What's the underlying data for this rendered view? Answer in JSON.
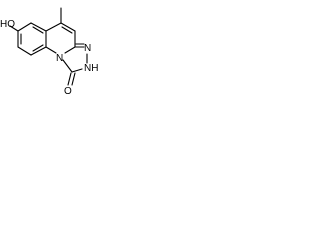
{
  "molecule": {
    "labels": {
      "hydroxyl": "HO",
      "methyl": "",
      "n_bridge": "N",
      "n_triazole_top": "N",
      "nh_triazole": "NH",
      "carbonyl_o": "O"
    }
  }
}
